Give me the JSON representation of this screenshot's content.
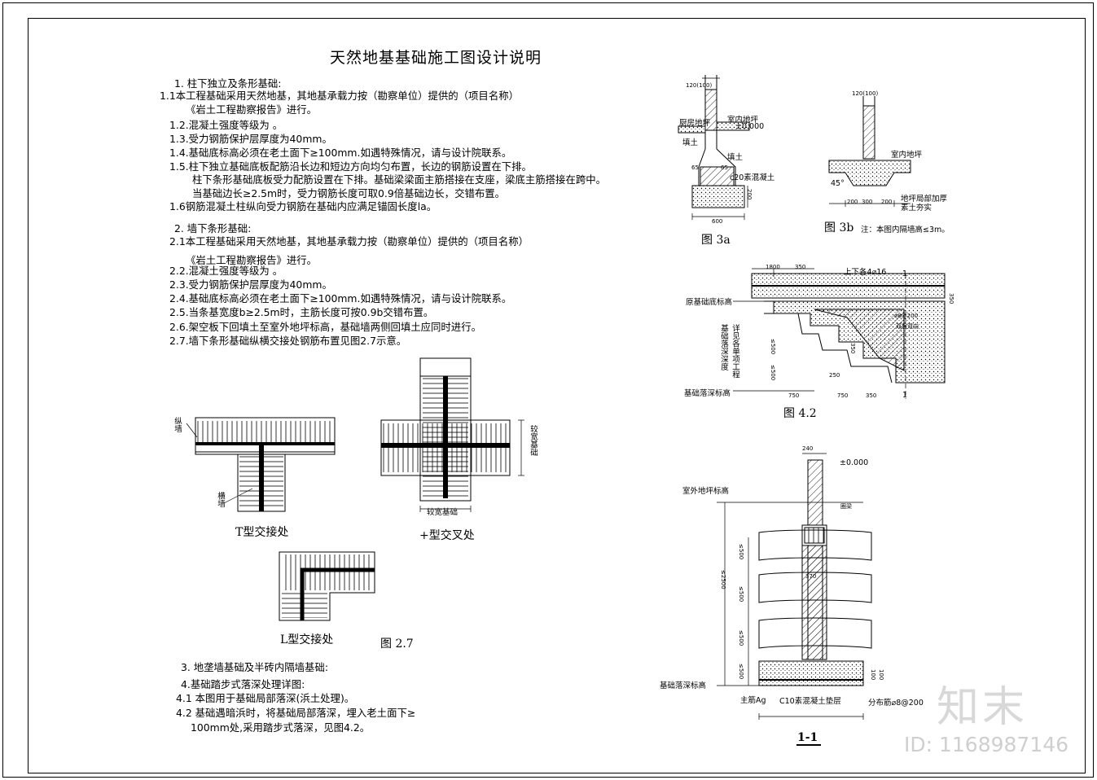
{
  "title": "天然地基基础施工图设计说明",
  "section1": {
    "heading": "1. 柱下独立及条形基础:",
    "lines": [
      "1.1本工程基础采用天然地基，其地基承载力按（勘察单位）提供的（项目名称）",
      "《岩土工程勘察报告》进行。",
      "1.2.混凝土强度等级为        。",
      "1.3.受力钢筋保护层厚度为40mm。",
      "1.4.基础底标高必须在老土面下≥100mm.如遇特殊情况，请与设计院联系。",
      "1.5.柱下独立基础底板配筋沿长边和短边方向均匀布置，长边的钢筋设置在下排。",
      "柱下条形基础底板受力配筋设置在下排。基础梁梁面主筋搭接在支座，梁底主筋搭接在跨中。",
      "当基础边长≥2.5m时，受力钢筋长度可取0.9倍基础边长，交错布置。",
      "1.6钢筋混凝土柱纵向受力钢筋在基础内应满足锚固长度la。"
    ]
  },
  "section2": {
    "heading": "2. 墙下条形基础:",
    "lines": [
      "2.1本工程基础采用天然地基，其地基承载力按（勘察单位）提供的（项目名称）",
      "《岩土工程勘察报告》进行。",
      "2.2.混凝土强度等级为        。",
      "2.3.受力钢筋保护层厚度为40mm。",
      "2.4.基础底标高必须在老土面下≥100mm.如遇特殊情况，请与设计院联系。",
      "2.5.当条基宽度b≥2.5m时，主筋长度可按0.9b交错布置。",
      "2.6.架空板下回填土至室外地坪标高，基础墙两侧回填土应同时进行。",
      "2.7.墙下条形基础纵横交接处钢筋布置见图2.7示意。"
    ]
  },
  "section3": {
    "heading": "3. 地垄墙基础及半砖内隔墙基础:",
    "lines": [
      "4.基础踏步式落深处理详图:",
      "4.1 本图用于基础局部落深(浜土处理)。",
      "4.2 基础遇暗浜时，将基础局部落深，埋入老土面下≥",
      "100mm处,采用踏步式落深，见图4.2。"
    ]
  },
  "fig27": {
    "t_caption": "T型交接处",
    "t_label_zong": "纵墙",
    "t_label_heng": "横墙",
    "plus_caption": "+型交叉处",
    "plus_side_label": "较宽基础",
    "plus_bottom_label": "较宽基础",
    "l_caption": "L型交接处",
    "fig_caption": "图 2.7"
  },
  "fig3a": {
    "caption": "图 3a",
    "labels": {
      "dim_top": "120(100)",
      "floor": "室内地坪",
      "elev": "±0.000",
      "kitchen": "厨房地坪",
      "fill": "填土",
      "fill2": "填土",
      "conc": "c20素混凝土",
      "d1": "65",
      "d2": "65",
      "d3": "200",
      "width": "600"
    }
  },
  "fig3b": {
    "caption": "图 3b",
    "note": "注：本图内隔墙高≤3m。",
    "labels": {
      "dim_top": "120(100)",
      "floor": "室内地坪",
      "angle": "45°",
      "thick1": "地坪局部加厚",
      "thick2": "素土夯实",
      "w1": "200",
      "w2": "300",
      "w3": "200"
    }
  },
  "fig42": {
    "caption": "图 4.2",
    "labels": {
      "top_bar": "上下各4⌀16",
      "base_elev": "原基础底标高",
      "drop_elev": "基础落深标高",
      "depth_note1": "基础落深深度",
      "depth_note2": "详见各单项工程",
      "rebar": "⌀8@200",
      "rebar2": "双层双向",
      "dim1": "1800",
      "dim2": "350",
      "dim3": "250",
      "dim4": "750",
      "dim5": "750",
      "dim6": "350",
      "dim7": "350",
      "v1": "≤500",
      "v2": "≤500",
      "v3": "350",
      "mark": "1"
    }
  },
  "fig11": {
    "caption": "1-1",
    "labels": {
      "top_dim": "240",
      "elev": "±0.000",
      "outdoor": "室外地坪标高",
      "drop": "基础落深标高",
      "h_total": "≤2500",
      "h1": "≤500",
      "h2": "≤500",
      "h3": "≤500",
      "h4": "≤500",
      "w370": "370",
      "beam": "圈梁",
      "main": "主筋Ag",
      "c10": "C10素混凝土垫层",
      "dist": "分布筋⌀8@200",
      "b100a": "100",
      "b100b": "100"
    }
  },
  "watermark": {
    "logo": "知末",
    "id": "ID: 1168987146"
  }
}
